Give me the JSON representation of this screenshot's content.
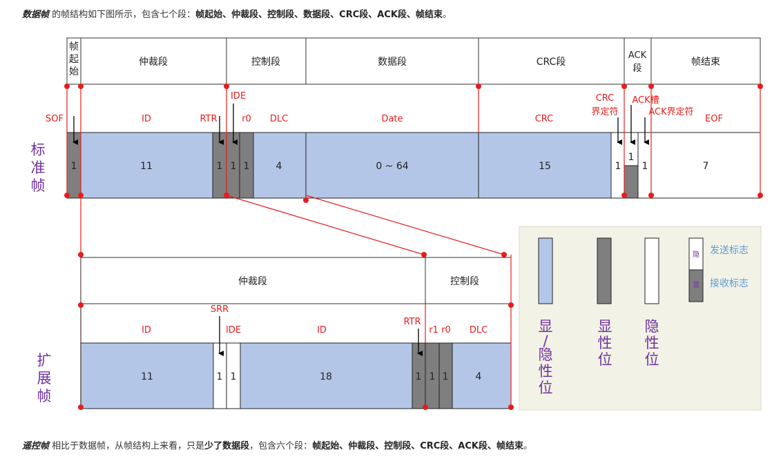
{
  "intro": {
    "term": "数据帧",
    "text1": " 的帧结构如下图所示，包含七个段：",
    "segments": "帧起始、仲裁段、控制段、数据段、CRC段、ACK段、帧结束",
    "end": "。"
  },
  "outro": {
    "term": "遥控帧",
    "text1": " 相比于数据帧，从帧结构上来看，只是",
    "highlight": "少了数据段",
    "text2": "，包含六个段：",
    "segments": "帧起始、仲裁段、控制段、CRC段、ACK段、帧结束",
    "end": "。"
  },
  "colors": {
    "dominant": "#7f7f7f",
    "recessive": "#ffffff",
    "mixed": "#b4c6e7",
    "red": "#e81c1c",
    "purple": "#7030a0",
    "legend_bg": "#f2f2e6"
  },
  "standard": {
    "label": [
      "标",
      "准",
      "帧"
    ],
    "segments": [
      "帧",
      "起",
      "始",
      "仲裁段",
      "控制段",
      "数据段",
      "CRC段",
      "ACK",
      "段",
      "帧结束"
    ],
    "fields": [
      "SOF",
      "ID",
      "RTR",
      "IDE",
      "r0",
      "DLC",
      "Date",
      "CRC",
      "CRC",
      "界定符",
      "ACK槽",
      "ACK界定符",
      "EOF"
    ],
    "bits": [
      "1",
      "11",
      "1",
      "1",
      "1",
      "4",
      "0 ~ 64",
      "15",
      "1",
      "1",
      "1",
      "7"
    ]
  },
  "extended": {
    "label": [
      "扩",
      "展",
      "帧"
    ],
    "segments": [
      "仲裁段",
      "控制段"
    ],
    "fields": [
      "ID",
      "SRR",
      "IDE",
      "ID",
      "RTR",
      "r1",
      "r0",
      "DLC"
    ],
    "bits": [
      "11",
      "1",
      "1",
      "18",
      "1",
      "1",
      "1",
      "4"
    ]
  },
  "legend": {
    "mixed": [
      "显",
      "/",
      "隐",
      "性",
      "位"
    ],
    "dominant": [
      "显",
      "性",
      "位"
    ],
    "recessive": [
      "隐",
      "性",
      "位"
    ],
    "send": "发送标志",
    "recv": "接收标志",
    "send_mark": "隐",
    "recv_mark": "显"
  }
}
